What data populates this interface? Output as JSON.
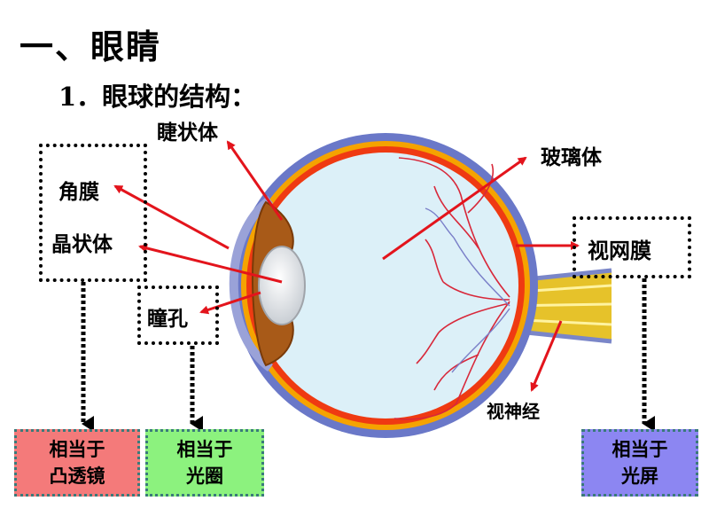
{
  "title": "一、眼睛",
  "subtitle": "1．眼球的结构：",
  "labels": {
    "ciliary_body": "睫状体",
    "cornea": "角膜",
    "lens": "晶状体",
    "pupil": "瞳孔",
    "vitreous": "玻璃体",
    "retina": "视网膜",
    "optic_nerve": "视神经"
  },
  "equivalents": {
    "lens": {
      "line1": "相当于",
      "line2": "凸透镜"
    },
    "pupil": {
      "line1": "相当于",
      "line2": "光圈"
    },
    "retina": {
      "line1": "相当于",
      "line2": "光屏"
    }
  },
  "colors": {
    "arrow": "#e3141c",
    "lens_box": "#f47a7a",
    "pupil_box": "#8cf27e",
    "retina_box": "#8c86f2",
    "vitreous": "#dcf0f8",
    "sclera": "#6a78c8",
    "choroid": "#f5a300",
    "retina_layer": "#ef3a12",
    "nerve": "#f2d02a"
  }
}
